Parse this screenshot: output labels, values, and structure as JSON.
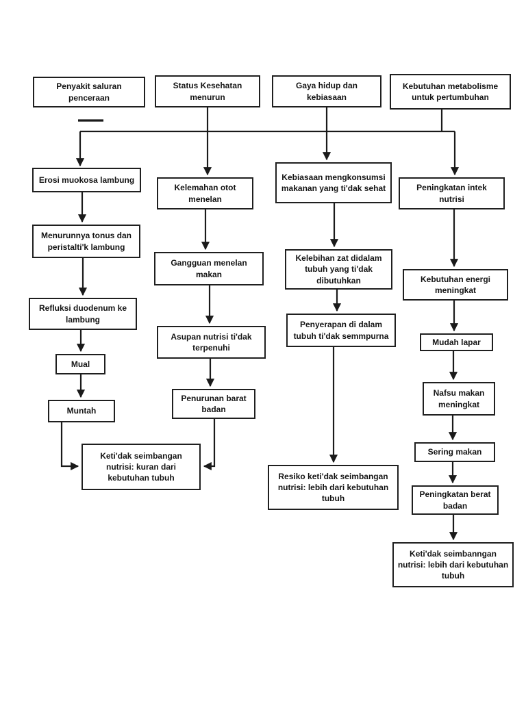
{
  "document": {
    "background_color": "#ffffff",
    "line_color": "#1a1a1a",
    "box_border_color": "#1f1f1f",
    "text_color": "#141414"
  },
  "diagram": {
    "type": "flowchart",
    "nodes": [
      {
        "id": "penyakit-saluran-penceraan",
        "label": "Penyakit saluran penceraan"
      },
      {
        "id": "status-kesehatan-menurun",
        "label": "Status Kesehatan menurun"
      },
      {
        "id": "gaya-hidup-dan-kebiasaan",
        "label": "Gaya hidup dan kebiasaan"
      },
      {
        "id": "kebutuhan-metabolisme",
        "label": "Kebutuhan metabolisme untuk pertumbuhan"
      },
      {
        "id": "erosi-muokosa-lambung",
        "label": "Erosi muokosa lambung"
      },
      {
        "id": "kelemahan-otot-menelan",
        "label": "Kelemahan otot menelan"
      },
      {
        "id": "kebiasaan-mengkonsumsi",
        "label": "Kebiasaan mengkonsumsi makanan yang ti'dak sehat"
      },
      {
        "id": "peningkatan-intek-nutrisi",
        "label": "Peningkatan intek nutrisi"
      },
      {
        "id": "menurunnya-tonus",
        "label": "Menurunnya tonus dan peristalti'k lambung"
      },
      {
        "id": "gangguan-menelan-makan",
        "label": "Gangguan menelan makan"
      },
      {
        "id": "kelebihan-zat-didalam-tubuh",
        "label": "Kelebihan zat didalam tubuh yang ti'dak dibutuhkan"
      },
      {
        "id": "kebutuhan-energi-meningkat",
        "label": "Kebutuhan energi meningkat"
      },
      {
        "id": "refluksi-duodenum-ke-lambung",
        "label": "Refluksi duodenum ke lambung"
      },
      {
        "id": "asupan-nutrisi-tidak-terpenuhi",
        "label": "Asupan nutrisi ti'dak terpenuhi"
      },
      {
        "id": "penyerapan-tidak-sempurna",
        "label": "Penyerapan di dalam tubuh ti'dak semmpurna"
      },
      {
        "id": "mudah-lapar",
        "label": "Mudah lapar"
      },
      {
        "id": "mual",
        "label": "Mual"
      },
      {
        "id": "nafsu-makan-meningkat",
        "label": "Nafsu makan meningkat"
      },
      {
        "id": "muntah",
        "label": "Muntah"
      },
      {
        "id": "penurunan-barat-badan",
        "label": "Penurunan barat badan"
      },
      {
        "id": "sering-makan",
        "label": "Sering makan"
      },
      {
        "id": "ketidak-seimbangan-kurang",
        "label": "Keti'dak seimbangan nutrisi: kuran dari kebutuhan tubuh"
      },
      {
        "id": "resiko-ketidak-seimbangan-lebih",
        "label": "Resiko keti'dak seimbangan nutrisi: lebih dari kebutuhan tubuh"
      },
      {
        "id": "peningkatan-berat-badan",
        "label": "Peningkatan berat badan"
      },
      {
        "id": "ketidak-seimbanngan-lebih",
        "label": "Keti'dak seimbanngan nutrisi: lebih dari kebutuhan tubuh"
      }
    ],
    "edges": [
      {
        "from": "status-kesehatan-menurun",
        "to": "kelemahan-otot-menelan"
      },
      {
        "from": "gaya-hidup-dan-kebiasaan",
        "to": "kebiasaan-mengkonsumsi"
      },
      {
        "from": "kebutuhan-metabolisme",
        "to": "top-connector-bar"
      },
      {
        "from": "top-connector-bar",
        "to": "erosi-muokosa-lambung"
      },
      {
        "from": "top-connector-bar",
        "to": "peningkatan-intek-nutrisi"
      },
      {
        "from": "erosi-muokosa-lambung",
        "to": "menurunnya-tonus"
      },
      {
        "from": "menurunnya-tonus",
        "to": "refluksi-duodenum-ke-lambung"
      },
      {
        "from": "refluksi-duodenum-ke-lambung",
        "to": "mual"
      },
      {
        "from": "mual",
        "to": "muntah"
      },
      {
        "from": "muntah",
        "to": "ketidak-seimbangan-kurang"
      },
      {
        "from": "kelemahan-otot-menelan",
        "to": "gangguan-menelan-makan"
      },
      {
        "from": "gangguan-menelan-makan",
        "to": "asupan-nutrisi-tidak-terpenuhi"
      },
      {
        "from": "asupan-nutrisi-tidak-terpenuhi",
        "to": "penurunan-barat-badan"
      },
      {
        "from": "penurunan-barat-badan",
        "to": "ketidak-seimbangan-kurang"
      },
      {
        "from": "kebiasaan-mengkonsumsi",
        "to": "kelebihan-zat-didalam-tubuh"
      },
      {
        "from": "kelebihan-zat-didalam-tubuh",
        "to": "penyerapan-tidak-sempurna"
      },
      {
        "from": "penyerapan-tidak-sempurna",
        "to": "resiko-ketidak-seimbangan-lebih"
      },
      {
        "from": "peningkatan-intek-nutrisi",
        "to": "kebutuhan-energi-meningkat"
      },
      {
        "from": "kebutuhan-energi-meningkat",
        "to": "mudah-lapar"
      },
      {
        "from": "mudah-lapar",
        "to": "nafsu-makan-meningkat"
      },
      {
        "from": "nafsu-makan-meningkat",
        "to": "sering-makan"
      },
      {
        "from": "sering-makan",
        "to": "peningkatan-berat-badan"
      },
      {
        "from": "peningkatan-berat-badan",
        "to": "ketidak-seimbanngan-lebih"
      }
    ]
  }
}
